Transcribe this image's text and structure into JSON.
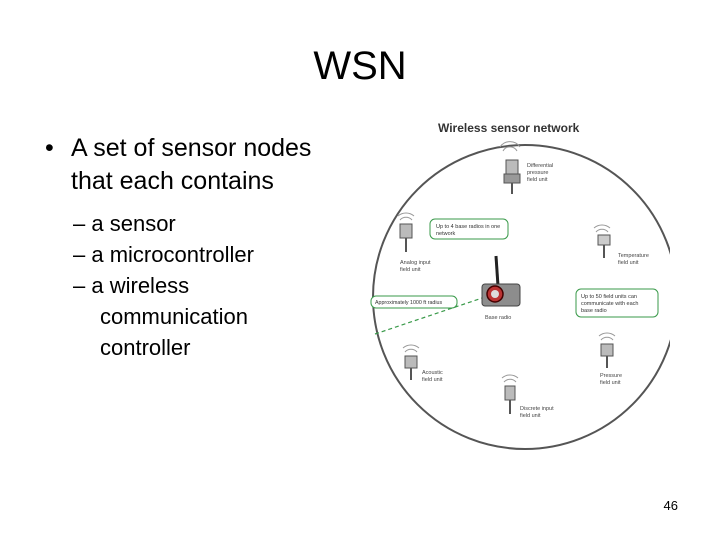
{
  "slide": {
    "title": "WSN",
    "bullet": {
      "mark": "•",
      "line1": "A set of sensor nodes",
      "line2": "that each contains"
    },
    "sub_items": [
      {
        "dash": "–",
        "text": "a sensor"
      },
      {
        "dash": "–",
        "text": "a microcontroller"
      },
      {
        "dash": "–",
        "text": "a wireless"
      }
    ],
    "sub_continuation": [
      "communication",
      "controller"
    ],
    "page_number": "46"
  },
  "figure": {
    "title": "Wireless sensor network",
    "units": {
      "differential": [
        "Differential",
        "pressure",
        "field unit"
      ],
      "temperature": [
        "Temperature",
        "field unit"
      ],
      "pressure": [
        "Pressure",
        "field unit"
      ],
      "discrete": [
        "Discrete input",
        "field unit"
      ],
      "acoustic": [
        "Acoustic",
        "field unit"
      ],
      "analog": [
        "Analog input",
        "field unit"
      ],
      "base": "Base radio"
    },
    "callouts": {
      "radios": [
        "Up to 4 base radios in one",
        "network"
      ],
      "radius": "Approximately 1000 ft radius",
      "field_units": [
        "Up to 50 field units can",
        "communicate with each",
        "base radio"
      ]
    }
  }
}
